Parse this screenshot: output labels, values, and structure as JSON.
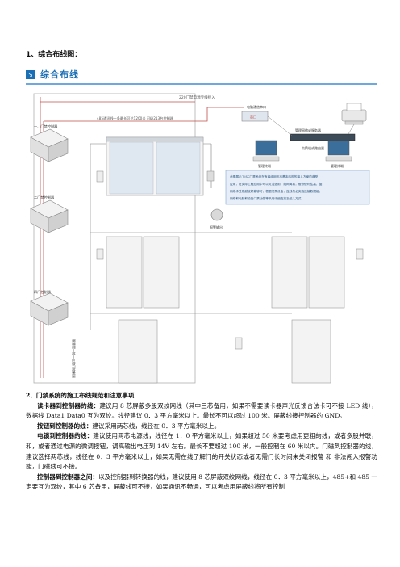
{
  "heading_1": "1、综合布线图：",
  "section_title": "综合布线",
  "diagram": {
    "cable_label_top": "220门禁电源专线接入",
    "cable_label_485": "485通讯线一条最长可达1200米 可级213台控制器",
    "converter_label": "串口",
    "host_serial_label": "电脑通信串口",
    "server_label": "管理网络或服务器",
    "switch_label": "交换机或路由器",
    "pc_label_1": "管理终端",
    "pc_label_2": "管理终端",
    "controller_label_1": "一、门禁控制器",
    "controller_label_2": "二门禁控制器",
    "controller_label_3": "四门控制器",
    "alarm_label": "报警输出",
    "lan_label": "智慧是一控一三控门控制器",
    "info_box_lines": [
      "此图展示了ISC门禁系统在有线组网形态基本结构的接入方案的典型",
      "应用，在实际工程应用中可以灵活运用，组网简易，维修便利性高，据",
      "网络承受发越较好能够可，根据门禁设备，连线勿必实施连接数据组，",
      "网络和电脑和设备门禁功能等采用详细连接及接入方式---------"
    ]
  },
  "sections": [
    {
      "kind": "heading",
      "text": "2．门禁系统的施工布线规范和注意事项"
    },
    {
      "kind": "para",
      "lead": "读卡器到控制器的线：",
      "text": "建议用 8 芯屏蔽多股双绞网线（其中三芯备用，如果不需要读卡器声光反馈合法卡可不接 LED 线），数据线 Data1 Data0 互为双绞。线径建议 0．3 平方毫米以上。最长不可以超过 100 米。屏蔽线接控制器的 GND。"
    },
    {
      "kind": "para",
      "lead": "按钮到控制器的线：",
      "text": "建议采用两芯线，线径在 0．3 平方毫米以上。"
    },
    {
      "kind": "para",
      "lead": "电锁到控制器的线：",
      "text": "建议使用两芯电源线，线径在 1．0 平方毫米以上，如果超过 50 米要考虑用更粗的线，或者多股并联，和，或者通过电源的微调按钮，调高输出电压到 14V 左右。最长不要超过 100 米，一般控制在 60 米以内。门磁到控制器的线，建议选择两芯线，线径在 0．3 平方毫米以上，如果无需在线了解门的开关状态或者无需门长时间未关闭报警 和 非法闯入报警功能，门磁线可不接。"
    },
    {
      "kind": "para",
      "lead": "控制器到控制器之间：",
      "text": "以及控制器到转换器的线，建议使用 8 芯屏蔽双绞网线，线径在 0．3 平方毫米以上，485+和 485 一定要互为双绞，其中 6 芯备用，屏蔽线可不接，如果通讯不畅通，可以考虑用屏蔽线将所有控制"
    }
  ]
}
